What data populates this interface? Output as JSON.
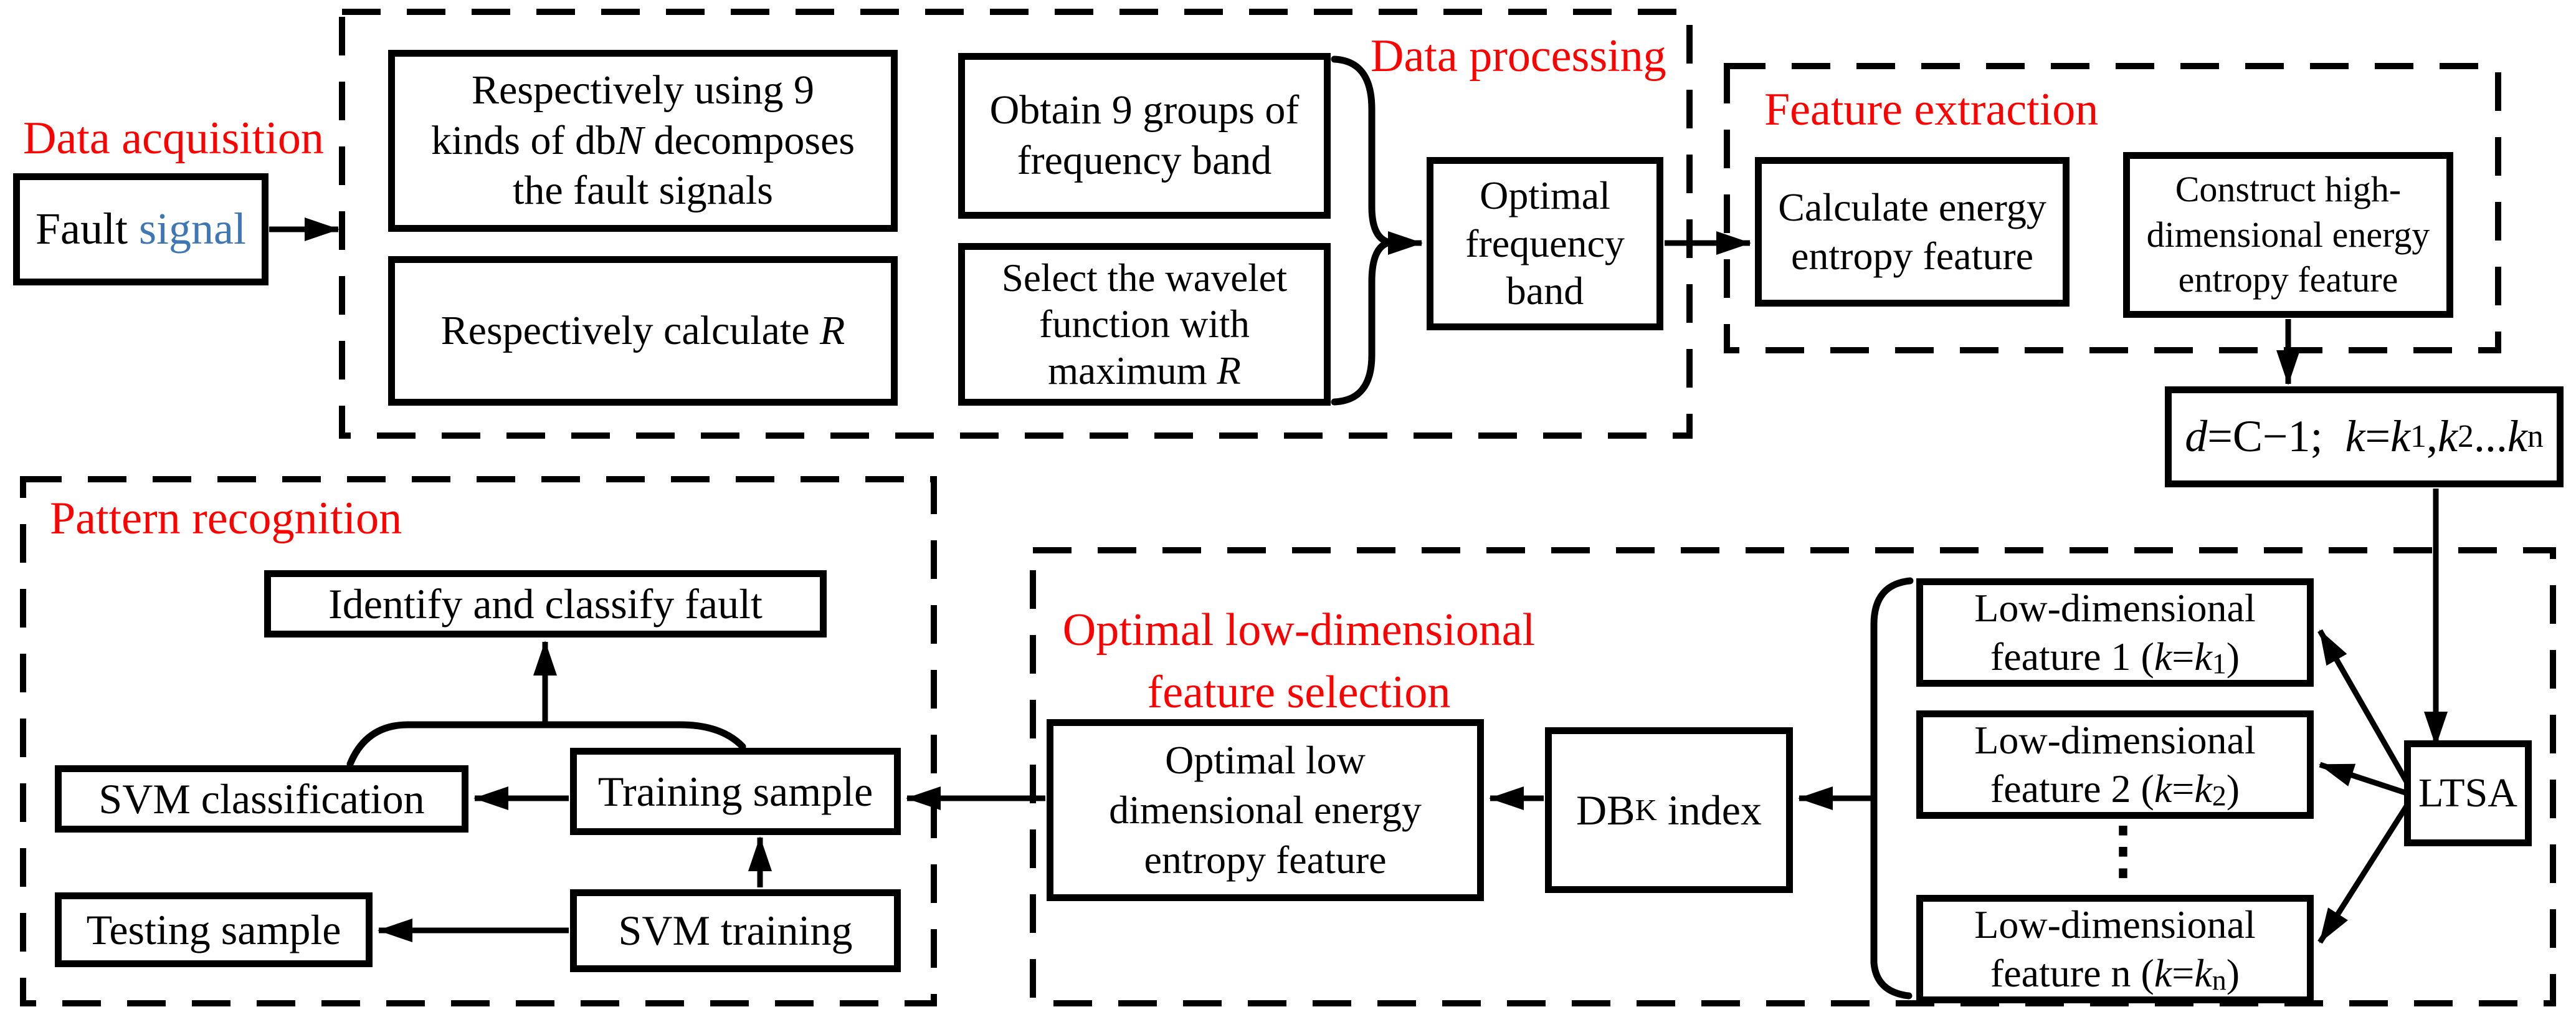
{
  "colors": {
    "accent_red": "#ff0000",
    "signal_blue": "#3f76b4",
    "line_black": "#000000"
  },
  "labels": {
    "data_acquisition": "Data acquisition",
    "data_processing": "Data processing",
    "feature_extraction": "Feature extraction",
    "pattern_recognition": "Pattern recognition",
    "optimal_selection_line1": "Optimal low-dimensional",
    "optimal_selection_line2": "feature selection"
  },
  "boxes": {
    "fault_signal": {
      "part1": "Fault ",
      "part2": "signal"
    },
    "respectively_using": {
      "line1": "Respectively using 9",
      "line2_pre": "kinds of db",
      "line2_italic": "N",
      "line2_post": " decomposes",
      "line3": "the fault signals"
    },
    "respectively_calculate": {
      "pre": "Respectively calculate ",
      "italic": "R"
    },
    "obtain_groups": {
      "line1": "Obtain 9 groups of",
      "line2": "frequency band"
    },
    "select_wavelet": {
      "line1": "Select the wavelet",
      "line2": "function with",
      "line3_pre": "maximum ",
      "line3_italic": "R"
    },
    "optimal_frequency": {
      "line1": "Optimal",
      "line2": "frequency",
      "line3": "band"
    },
    "calculate_energy": {
      "line1": "Calculate energy",
      "line2": "entropy feature"
    },
    "construct_high": {
      "line1": "Construct high-",
      "line2": "dimensional energy",
      "line3": "entropy feature"
    },
    "dimension_formula": {
      "d": "d",
      "eq1": "=C−1;  ",
      "k": "k",
      "eq2": "=",
      "k1": "k",
      "sub1": "1",
      "comma": ",",
      "k2": "k",
      "sub2": "2",
      "dots": "...",
      "kn": "k",
      "subn": "n"
    },
    "identify_classify": {
      "text": "Identify and classify fault"
    },
    "svm_classification": {
      "text": "SVM classification"
    },
    "training_sample": {
      "text": "Training sample"
    },
    "testing_sample": {
      "text": "Testing sample"
    },
    "svm_training": {
      "text": "SVM training"
    },
    "optimal_low_dim": {
      "line1": "Optimal low",
      "line2": "dimensional energy",
      "line3": "entropy feature"
    },
    "dbk_index": {
      "pre": "DB",
      "sub": "K",
      "post": " index"
    },
    "feature1": {
      "line1": "Low-dimensional",
      "pre": "feature 1 (",
      "k1": "k",
      "eq": "=",
      "k2": "k",
      "sub": "1",
      "post": ")"
    },
    "feature2": {
      "line1": "Low-dimensional",
      "pre": "feature 2 (",
      "k1": "k",
      "eq": "=",
      "k2": "k",
      "sub": "2",
      "post": ")"
    },
    "feature_n": {
      "line1": "Low-dimensional",
      "pre": "feature n (",
      "k1": "k",
      "eq": "=",
      "k2": "k",
      "sub": "n",
      "post": ")"
    },
    "ltsa": {
      "text": "LTSA"
    },
    "ellipsis": "⋮"
  }
}
